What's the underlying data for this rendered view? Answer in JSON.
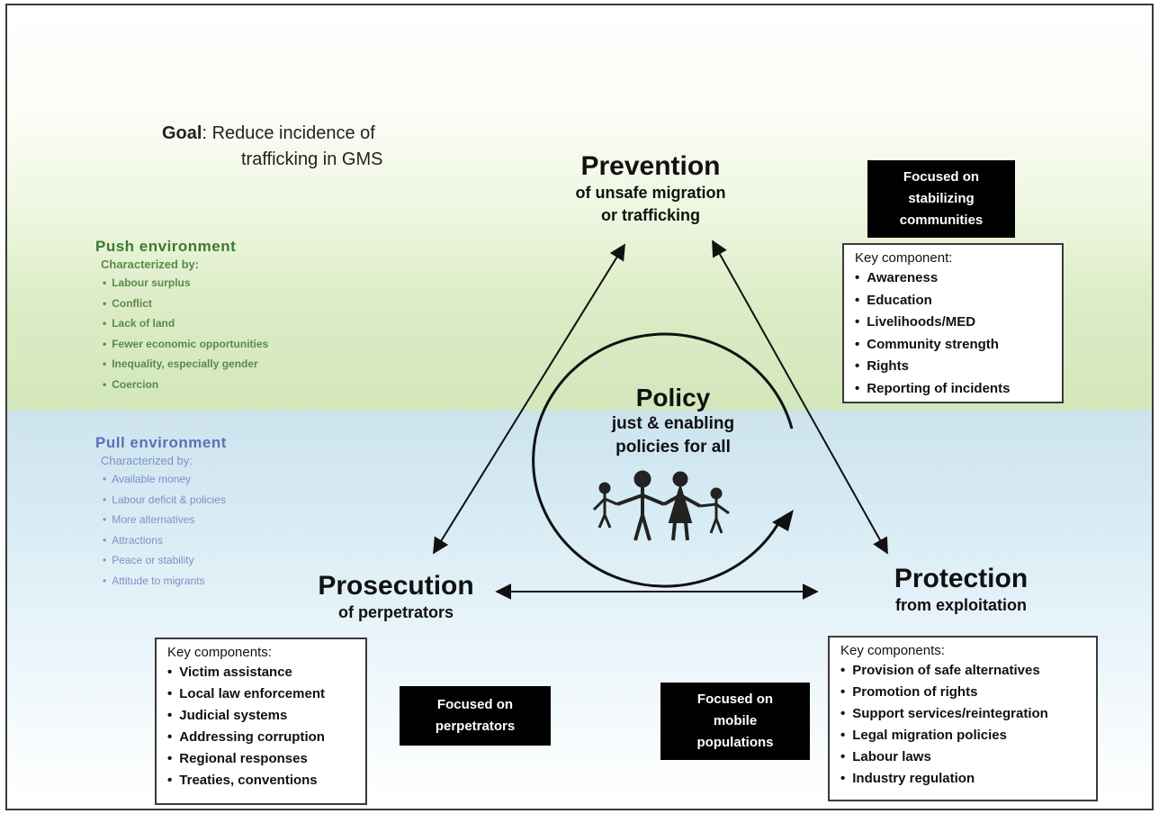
{
  "goal": {
    "label": "Goal",
    "line1": ": Reduce incidence of",
    "line2": "trafficking in GMS"
  },
  "push_environment": {
    "title": "Push environment",
    "subtitle": "Characterized by:",
    "items": [
      "Labour surplus",
      "Conflict",
      "Lack of land",
      "Fewer economic opportunities",
      "Inequality, especially gender",
      "Coercion"
    ],
    "color": "#3d7a2e"
  },
  "pull_environment": {
    "title": "Pull environment",
    "subtitle": "Characterized by:",
    "items": [
      "Available money",
      "Labour deficit & policies",
      "More alternatives",
      "Attractions",
      "Peace or stability",
      "Attitude to migrants"
    ],
    "color": "#5a70b8"
  },
  "prevention": {
    "title": "Prevention",
    "subtitle_line1": "of unsafe migration",
    "subtitle_line2": "or trafficking"
  },
  "policy": {
    "title": "Policy",
    "subtitle_line1": "just & enabling",
    "subtitle_line2": "policies for all",
    "icon": "family-icon"
  },
  "prosecution": {
    "title": "Prosecution",
    "subtitle": "of perpetrators"
  },
  "protection": {
    "title": "Protection",
    "subtitle": "from exploitation"
  },
  "focus_boxes": {
    "communities": [
      "Focused on",
      "stabilizing",
      "communities"
    ],
    "perpetrators": [
      "Focused on",
      "perpetrators"
    ],
    "mobile": [
      "Focused on",
      "mobile",
      "populations"
    ]
  },
  "prevention_components": {
    "title": "Key component:",
    "items": [
      "Awareness",
      "Education",
      "Livelihoods/MED",
      "Community strength",
      "Rights",
      "Reporting of incidents"
    ]
  },
  "prosecution_components": {
    "title": "Key components:",
    "items": [
      "Victim assistance",
      "Local law enforcement",
      "Judicial systems",
      "Addressing corruption",
      "Regional responses",
      "Treaties, conventions"
    ]
  },
  "protection_components": {
    "title": "Key components:",
    "items": [
      "Provision of safe alternatives",
      "Promotion of rights",
      "Support services/reintegration",
      "Legal migration policies",
      "Labour laws",
      "Industry regulation"
    ]
  }
}
